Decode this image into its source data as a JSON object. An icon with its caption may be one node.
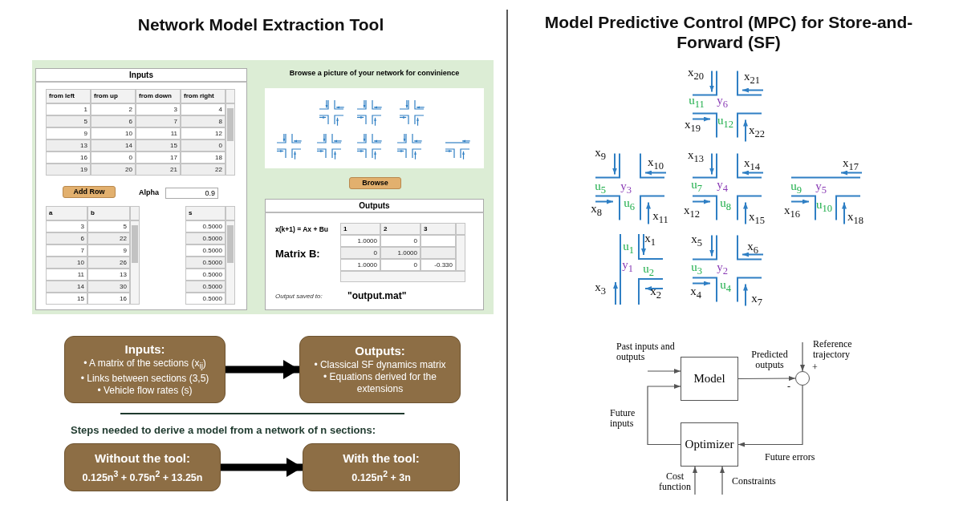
{
  "diagram": {
    "nodes": [
      {
        "text": [
          "Inputs:",
          "• A matrix of the sections (x$_{ij}$)",
          "• Links between sections (3,5)",
          "• Vehicle flow rates (s)"
        ]
      },
      {
        "text": [
          "Outputs:",
          "• Classical SF dynamics matrix",
          "• Equations derived for the extensions"
        ]
      },
      {
        "text": [
          "Without the tool:",
          "0.125n$^{3}$ + 0.75n$^{2}$ + 13.25n"
        ]
      },
      {
        "text": [
          "With the tool:",
          "0.125n$^{2}$ + 3n"
        ]
      },
      {
        "text": [
          "Model"
        ]
      },
      {
        "text": [
          "Optimizer"
        ]
      },
      {
        "text": [],
        "shape": "circle"
      }
    ],
    "edges": [
      {
        "from": 0,
        "to": 1,
        "arrow": "to",
        "style": "thick",
        "color": "#000000"
      },
      {
        "from": 2,
        "to": 3,
        "arrow": "to",
        "style": "thick",
        "color": "#000000"
      },
      {
        "from": null,
        "to": 4,
        "arrow": "to",
        "label": "Past inputs and outputs"
      },
      {
        "from": 4,
        "to": 6,
        "arrow": "to",
        "label": "Predicted outputs"
      },
      {
        "from": null,
        "to": 6,
        "arrow": "to",
        "label": "Reference trajectory"
      },
      {
        "from": 6,
        "to": 5,
        "arrow": "to",
        "label": "Future errors"
      },
      {
        "from": 5,
        "to": 4,
        "arrow": "to",
        "label": "Future inputs"
      },
      {
        "from": null,
        "to": 5,
        "arrow": "to",
        "label": "Cost function"
      },
      {
        "from": null,
        "to": 5,
        "arrow": "to",
        "label": "Constraints"
      }
    ],
    "labels": [
      "Network Model Extraction Tool",
      "Model Predictive Control (MPC) for Store-and-Forward (SF)",
      "Inputs",
      "from left",
      "from up",
      "from down",
      "from right",
      "1",
      "2",
      "3",
      "4",
      "5",
      "6",
      "7",
      "8",
      "9",
      "10",
      "11",
      "12",
      "13",
      "14",
      "15",
      "0",
      "16",
      "0",
      "17",
      "18",
      "19",
      "20",
      "21",
      "22",
      "Add Row",
      "Alpha",
      "0.9",
      "a",
      "b",
      "3",
      "5",
      "6",
      "22",
      "7",
      "9",
      "10",
      "26",
      "11",
      "13",
      "14",
      "30",
      "15",
      "16",
      "s",
      "0.5000",
      "0.5000",
      "0.5000",
      "0.5000",
      "0.5000",
      "0.5000",
      "0.5000",
      "Browse a picture of your network for convinience",
      "Browse",
      "Outputs",
      "x(k+1) = Ax + Bu",
      "1",
      "2",
      "3",
      "1.0000",
      "0",
      "0",
      "1.0000",
      "1.0000",
      "0",
      "-0.330",
      "Matrix B:",
      "Output saved to:",
      "\"output.mat\"",
      "Steps needed to derive a model from a network of n sections:",
      "x$_{1}$",
      "x$_{2}$",
      "x$_{3}$",
      "x$_{4}$",
      "x$_{5}$",
      "x$_{6}$",
      "x$_{7}$",
      "x$_{8}$",
      "x$_{9}$",
      "x$_{10}$",
      "x$_{11}$",
      "x$_{12}$",
      "x$_{13}$",
      "x$_{14}$",
      "x$_{15}$",
      "x$_{16}$",
      "x$_{17}$",
      "x$_{18}$",
      "x$_{19}$",
      "x$_{20}$",
      "x$_{21}$",
      "x$_{22}$",
      "u$_{1}$",
      "u$_{2}$",
      "u$_{3}$",
      "u$_{4}$",
      "u$_{5}$",
      "u$_{6}$",
      "u$_{7}$",
      "u$_{8}$",
      "u$_{9}$",
      "u$_{10}$",
      "u$_{11}$",
      "u$_{12}$",
      "y$_{1}$",
      "y$_{2}$",
      "y$_{3}$",
      "y$_{4}$",
      "y$_{5}$",
      "y$_{6}$",
      "-",
      "+"
    ]
  }
}
